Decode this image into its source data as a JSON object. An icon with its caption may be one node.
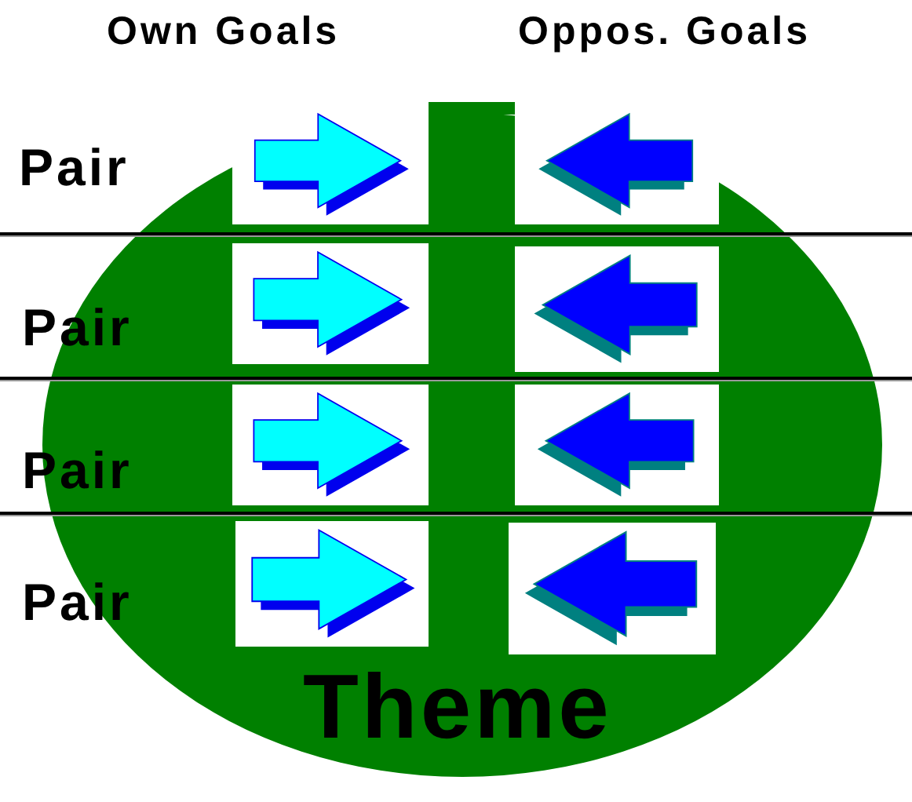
{
  "diagram": {
    "nodes": [
      {
        "text": [
          "Theme"
        ]
      }
    ],
    "labels": [
      "Own Goals",
      "Oppos. Goals",
      "Pair",
      "Pair",
      "Pair",
      "Pair"
    ]
  }
}
